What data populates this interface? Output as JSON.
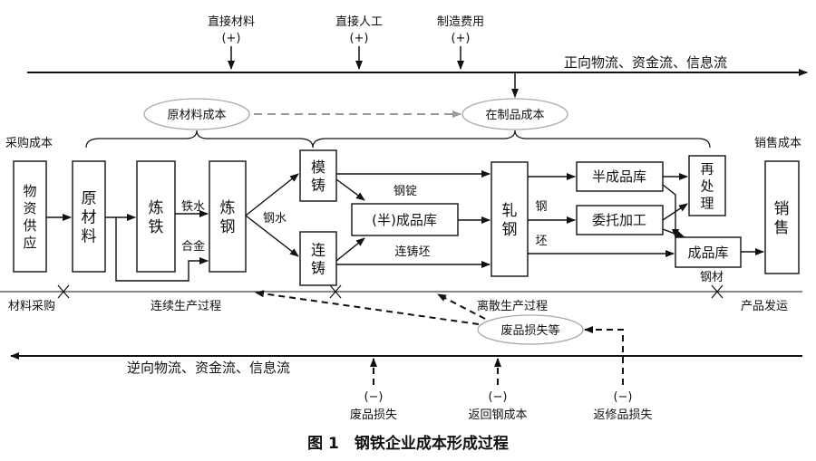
{
  "top_inputs": [
    {
      "label": "直接材料",
      "sign": "(+)"
    },
    {
      "label": "直接人工",
      "sign": "(+)"
    },
    {
      "label": "制造费用",
      "sign": "(+)"
    }
  ],
  "forward_flow": "正向物流、资金流、信息流",
  "reverse_flow": "逆向物流、资金流、信息流",
  "cost_raw": "原材料成本",
  "cost_wip": "在制品成本",
  "purchase_cost": "采购成本",
  "sales_cost": "销售成本",
  "boxes": {
    "supply": "物资供应",
    "raw": "原材料",
    "iron": "炼铁",
    "steel": "炼钢",
    "mold": "模铸",
    "cont": "连铸",
    "semi_store": "(半)成品库",
    "roll": "轧钢",
    "semi_product": "半成品库",
    "outsource": "委托加工",
    "reprocess": "再处理",
    "finished": "成品库",
    "sales": "销售"
  },
  "edge_labels": {
    "molten_iron": "铁水",
    "alloy": "合金",
    "molten_steel": "钢水",
    "ingot": "钢锭",
    "billet": "连铸坯",
    "roll_steel": "钢",
    "roll_blank": "坯",
    "steel_product": "钢材"
  },
  "stages": {
    "purchase": "材料采购",
    "continuous": "连续生产过程",
    "discrete": "离散生产过程",
    "shipping": "产品发运"
  },
  "loss": "废品损失等",
  "bottom_inputs": [
    {
      "label": "废品损失",
      "sign": "(−)"
    },
    {
      "label": "返回钢成本",
      "sign": "(−)"
    },
    {
      "label": "返修品损失",
      "sign": "(−)"
    }
  ],
  "caption": "图 1　钢铁企业成本形成过程"
}
